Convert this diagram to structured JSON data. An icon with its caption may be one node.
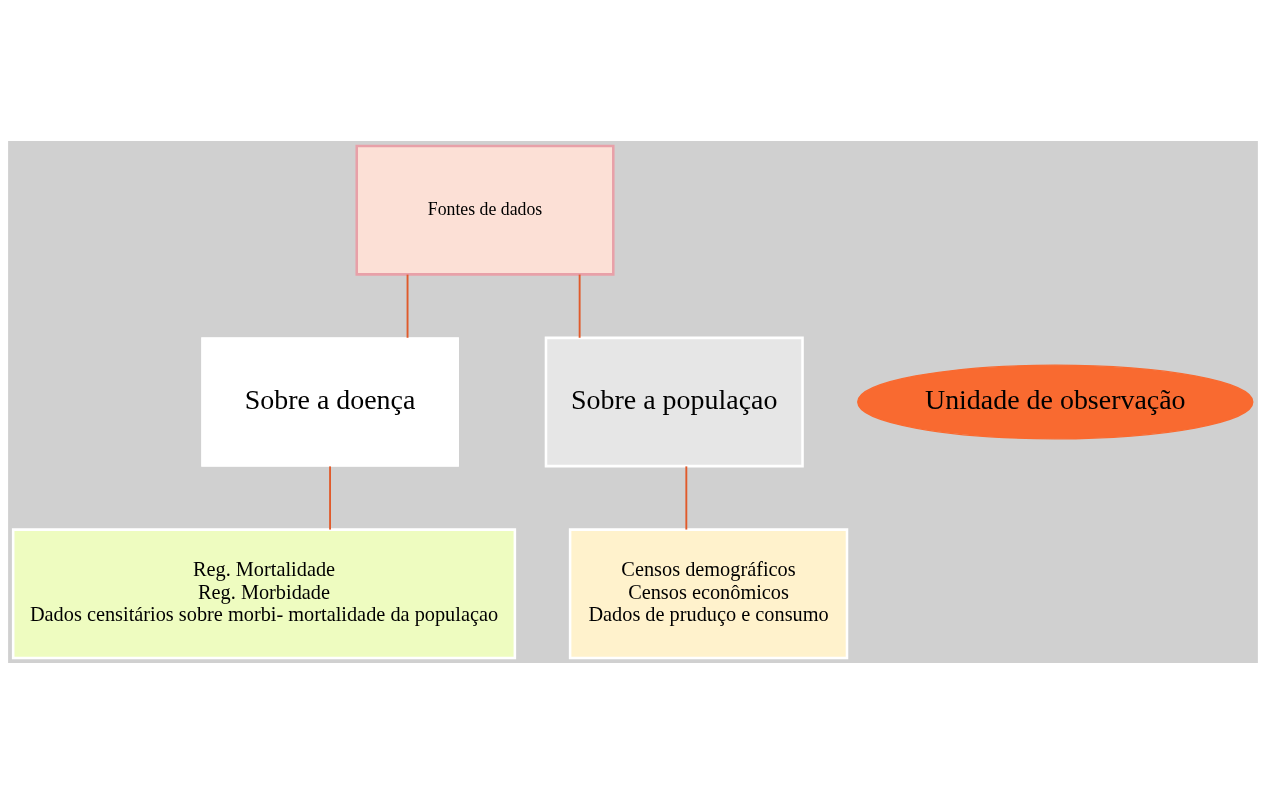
{
  "diagram": {
    "nodes": [
      {
        "text": [
          "Fontes de dados"
        ]
      },
      {
        "text": [
          "Sobre a doença"
        ]
      },
      {
        "text": [
          "Sobre a populaçao"
        ]
      },
      {
        "text": [
          "Unidade de observação"
        ]
      },
      {
        "text": [
          "Reg. Mortalidade",
          "Reg. Morbidade",
          "Dados censitários sobre morbi- mortalidade da populaçao"
        ]
      },
      {
        "text": [
          "Censos demográficos",
          "Censos econômicos",
          "Dados de pruduço e consumo"
        ]
      }
    ],
    "edges": [
      {
        "from": 0,
        "to": 1,
        "arrow": "none"
      },
      {
        "from": 0,
        "to": 2,
        "arrow": "none"
      },
      {
        "from": 1,
        "to": 4,
        "arrow": "none"
      },
      {
        "from": 2,
        "to": 5,
        "arrow": "none"
      }
    ]
  }
}
